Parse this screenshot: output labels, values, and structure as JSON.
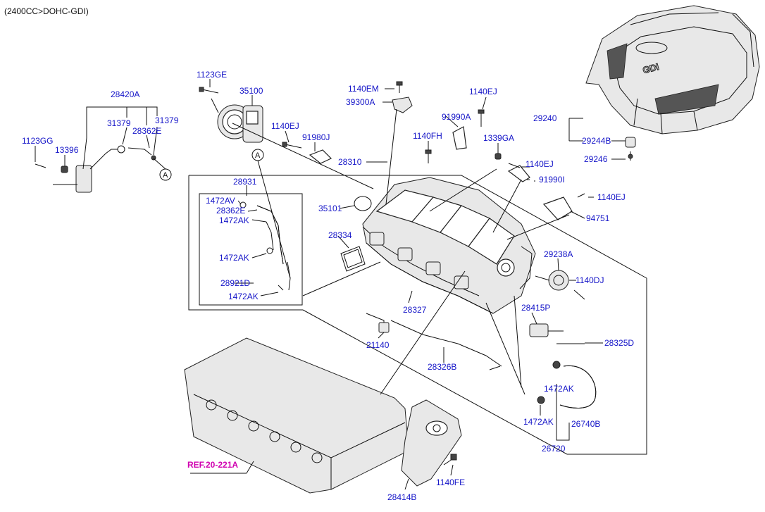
{
  "header": "(2400CC>DOHC-GDI)",
  "cover_logo": "GDI",
  "ref_label": "REF.20-221A",
  "callout_letter": "A",
  "labels": {
    "p1123GE": "1123GE",
    "p35100": "35100",
    "p28420A": "28420A",
    "p31379a": "31379",
    "p31379b": "31379",
    "p28362E_top": "28362E",
    "p1123GG": "1123GG",
    "p13396": "13396",
    "p1140EM": "1140EM",
    "p39300A": "39300A",
    "p1140EJ_a": "1140EJ",
    "p1140EJ_b": "1140EJ",
    "p1140EJ_c": "1140EJ",
    "p1140EJ_d": "1140EJ",
    "p91980J": "91980J",
    "p91990A": "91990A",
    "p1140FH": "1140FH",
    "p1339GA": "1339GA",
    "p28310": "28310",
    "p91990I": "91990I",
    "p29240": "29240",
    "p29244B": "29244B",
    "p29246": "29246",
    "p28931": "28931",
    "p1472AV": "1472AV",
    "p28362E_box": "28362E",
    "p1472AK_1": "1472AK",
    "p1472AK_2": "1472AK",
    "p28921D": "28921D",
    "p1472AK_3": "1472AK",
    "p35101": "35101",
    "p28334": "28334",
    "p94751": "94751",
    "p29238A": "29238A",
    "p1140DJ": "1140DJ",
    "p28327": "28327",
    "p28415P": "28415P",
    "p21140": "21140",
    "p28325D": "28325D",
    "p28326B": "28326B",
    "p1472AK_4": "1472AK",
    "p1472AK_5": "1472AK",
    "p26740B": "26740B",
    "p26720": "26720",
    "p1140FE": "1140FE",
    "p28414B": "28414B"
  }
}
